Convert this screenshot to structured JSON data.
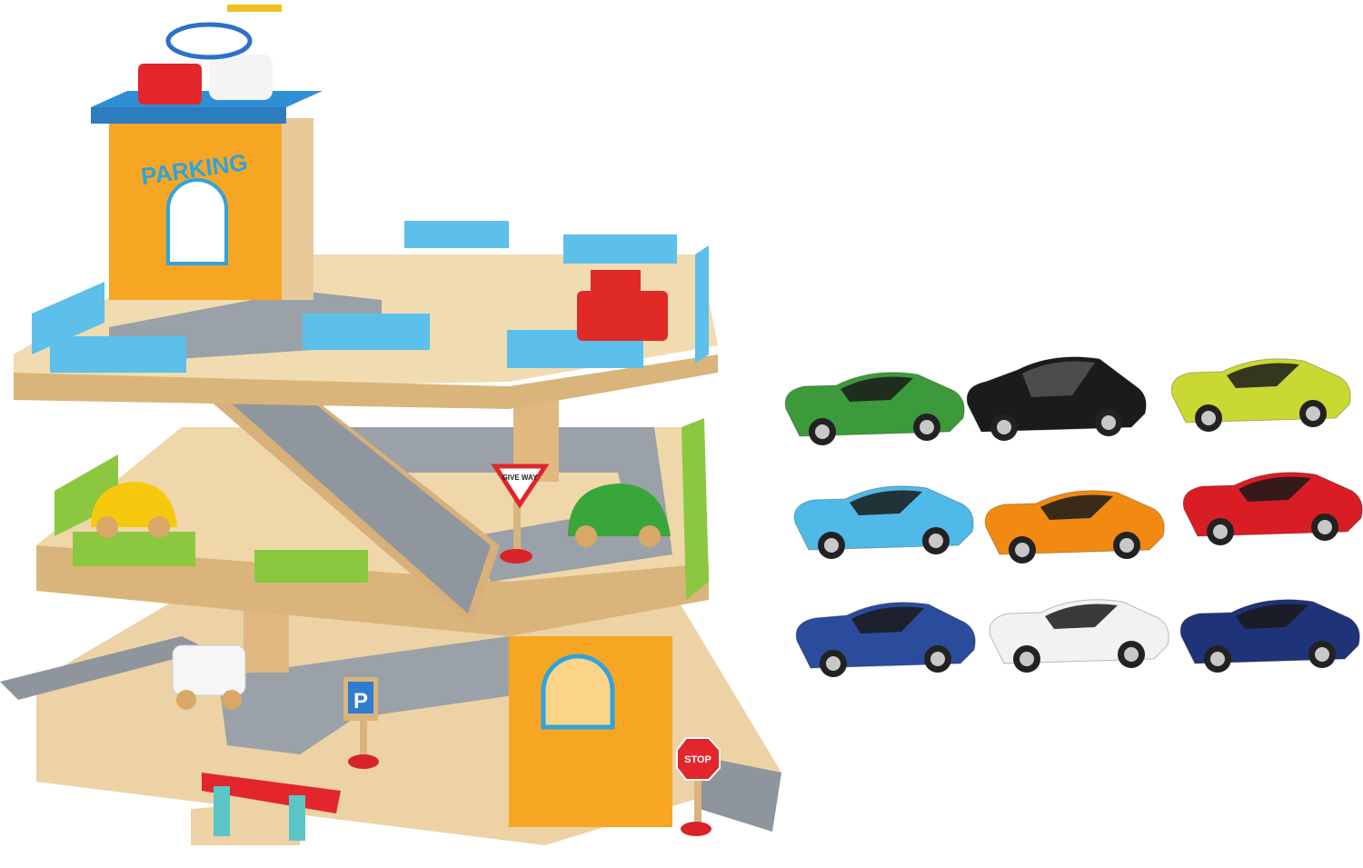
{
  "garage": {
    "parking_sign": "PARKING",
    "give_way_sign": "GIVE WAY",
    "stop_sign": "STOP",
    "p_sign": "P"
  },
  "cars": [
    {
      "color": "#3c9a3a",
      "kind": "coupe"
    },
    {
      "color": "#1b1b1b",
      "kind": "suv"
    },
    {
      "color": "#c9d832",
      "kind": "coupe"
    },
    {
      "color": "#4fb9e8",
      "kind": "coupe"
    },
    {
      "color": "#f28a12",
      "kind": "coupe"
    },
    {
      "color": "#d81e24",
      "kind": "coupe"
    },
    {
      "color": "#2b4c9c",
      "kind": "pickup"
    },
    {
      "color": "#f2f2f2",
      "kind": "sedan"
    },
    {
      "color": "#1f3379",
      "kind": "coupe"
    }
  ]
}
